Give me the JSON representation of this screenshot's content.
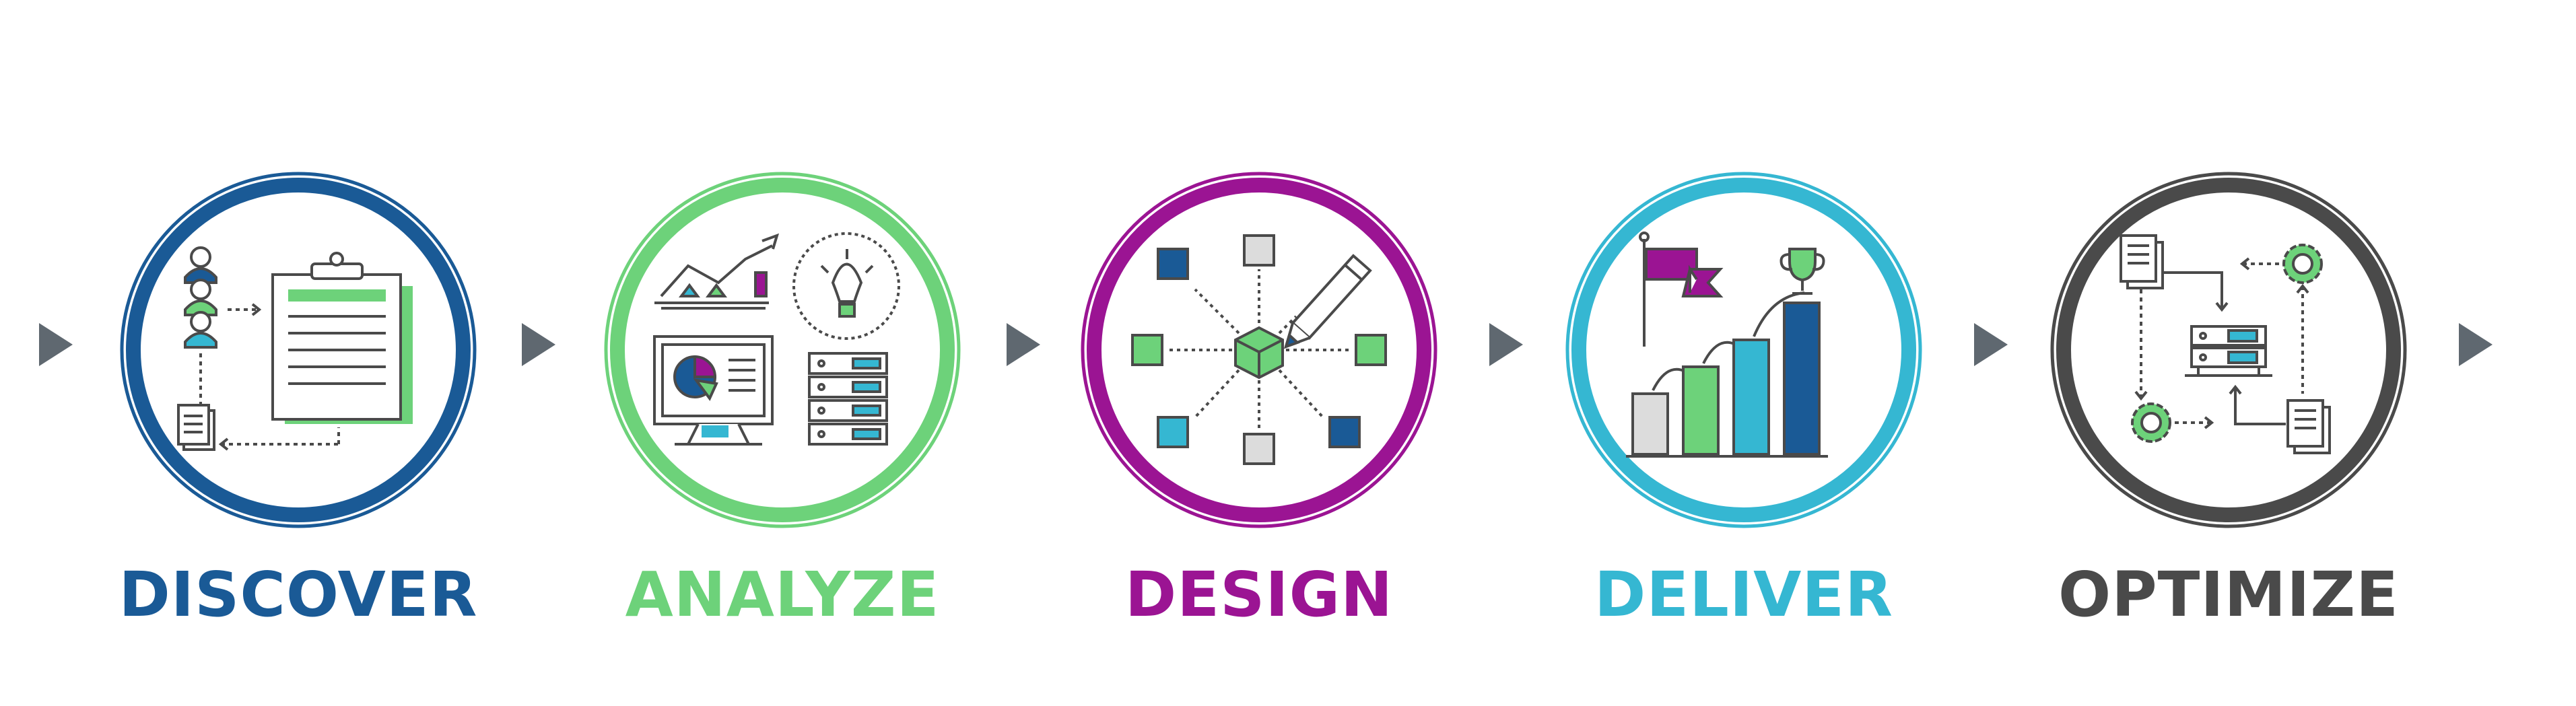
{
  "steps": [
    {
      "id": "discover",
      "label": "DISCOVER",
      "color": "#1a5a96",
      "icon": "people-clipboard-icon"
    },
    {
      "id": "analyze",
      "label": "ANALYZE",
      "color": "#6dd27a",
      "icon": "analytics-dashboard-icon"
    },
    {
      "id": "design",
      "label": "DESIGN",
      "color": "#9b1493",
      "icon": "design-network-icon"
    },
    {
      "id": "deliver",
      "label": "DELIVER",
      "color": "#35b7d2",
      "icon": "growth-bars-icon"
    },
    {
      "id": "optimize",
      "label": "OPTIMIZE",
      "color": "#4a4a4a",
      "icon": "gears-server-cycle-icon"
    }
  ],
  "palette": {
    "dark_blue": "#1a5a96",
    "green": "#6dd27a",
    "purple": "#9b1493",
    "cyan": "#35b7d2",
    "dark_gray": "#4a4a4a",
    "light_gray": "#dcdcdc",
    "arrow": "#5f6870"
  }
}
